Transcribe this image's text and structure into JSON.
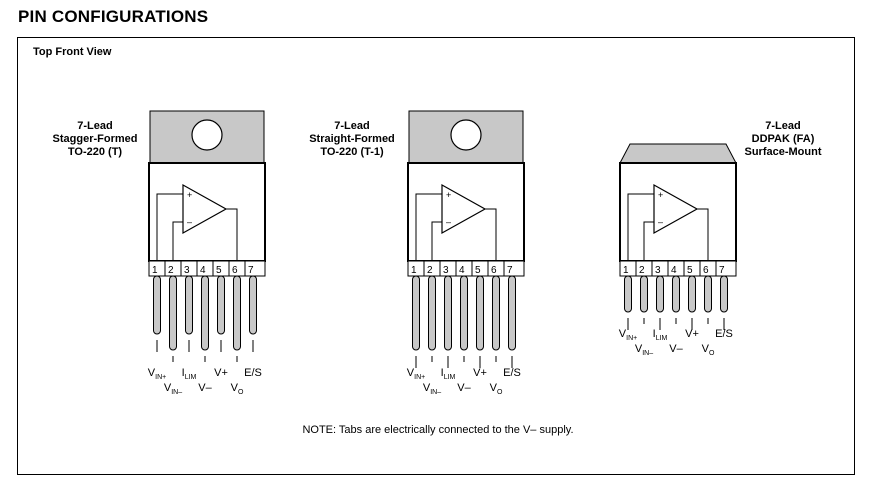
{
  "heading": "PIN CONFIGURATIONS",
  "view_label": "Top Front View",
  "note": "NOTE: Tabs are electrically connected to the V– supply.",
  "packages": [
    {
      "id": "t",
      "line1": "7-Lead",
      "line2": "Stagger-Formed",
      "line3": "TO-220 (T)"
    },
    {
      "id": "t1",
      "line1": "7-Lead",
      "line2": "Straight-Formed",
      "line3": "TO-220 (T-1)"
    },
    {
      "id": "fa",
      "line1": "7-Lead",
      "line2": "DDPAK (FA)",
      "line3": "Surface-Mount"
    }
  ],
  "pin_numbers": [
    "1",
    "2",
    "3",
    "4",
    "5",
    "6",
    "7"
  ],
  "pin_labels": [
    {
      "main": "V",
      "sub": "IN+"
    },
    {
      "main": "V",
      "sub": "IN–"
    },
    {
      "main": "I",
      "sub": "LIM"
    },
    {
      "main": "V–",
      "sub": ""
    },
    {
      "main": "V+",
      "sub": ""
    },
    {
      "main": "V",
      "sub": "O"
    },
    {
      "main": "E/S",
      "sub": ""
    }
  ],
  "opamp_signs": {
    "plus": "+",
    "minus": "–"
  }
}
